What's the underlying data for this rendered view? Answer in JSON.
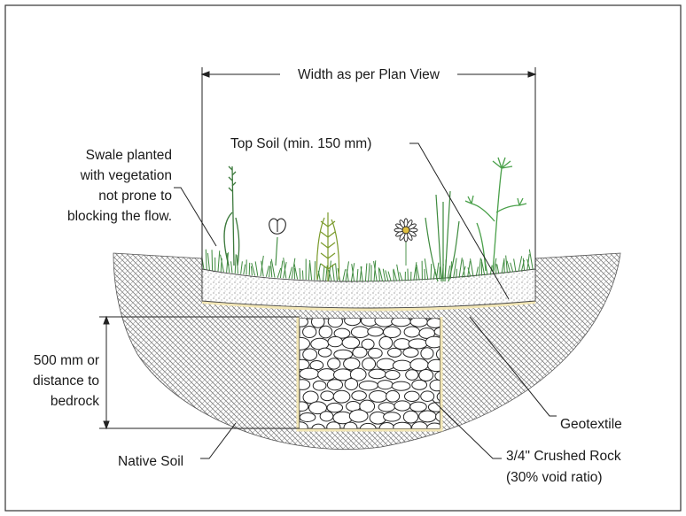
{
  "labels": {
    "width": "Width as per Plan View",
    "top_soil": "Top Soil (min. 150 mm)",
    "swale_line1": "Swale planted",
    "swale_line2": "with vegetation",
    "swale_line3": "not prone to",
    "swale_line4": "blocking the flow.",
    "depth_line1": "500 mm or",
    "depth_line2": "distance to",
    "depth_line3": "bedrock",
    "native_soil": "Native Soil",
    "geotextile": "Geotextile",
    "rock_line1": "3/4\" Crushed Rock",
    "rock_line2": "(30% void ratio)"
  },
  "colors": {
    "soil_hatch": "#6a6a6a",
    "grass": "#3d8a3d",
    "plant_light": "#6cae4a",
    "rock_stroke": "#222222",
    "geotextile": "#f3e7b6"
  }
}
